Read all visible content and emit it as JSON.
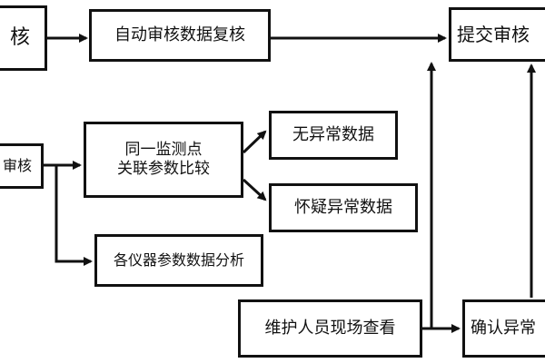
{
  "diagram": {
    "nodes": {
      "manual_review_a": "核",
      "auto_review": "自动审核数据复核",
      "submit_review": "提交审核",
      "manual_review_b": "审核",
      "compare": [
        "同一监测点",
        "关联参数比较"
      ],
      "no_anomaly": "无异常数据",
      "suspect_anomaly": "怀疑异常数据",
      "instrument_analysis": "各仪器参数数据分析",
      "onsite_check": "维护人员现场查看",
      "confirm_anomaly": "确认异常"
    },
    "colors": {
      "stroke": "#111111",
      "background": "#ffffff"
    }
  }
}
